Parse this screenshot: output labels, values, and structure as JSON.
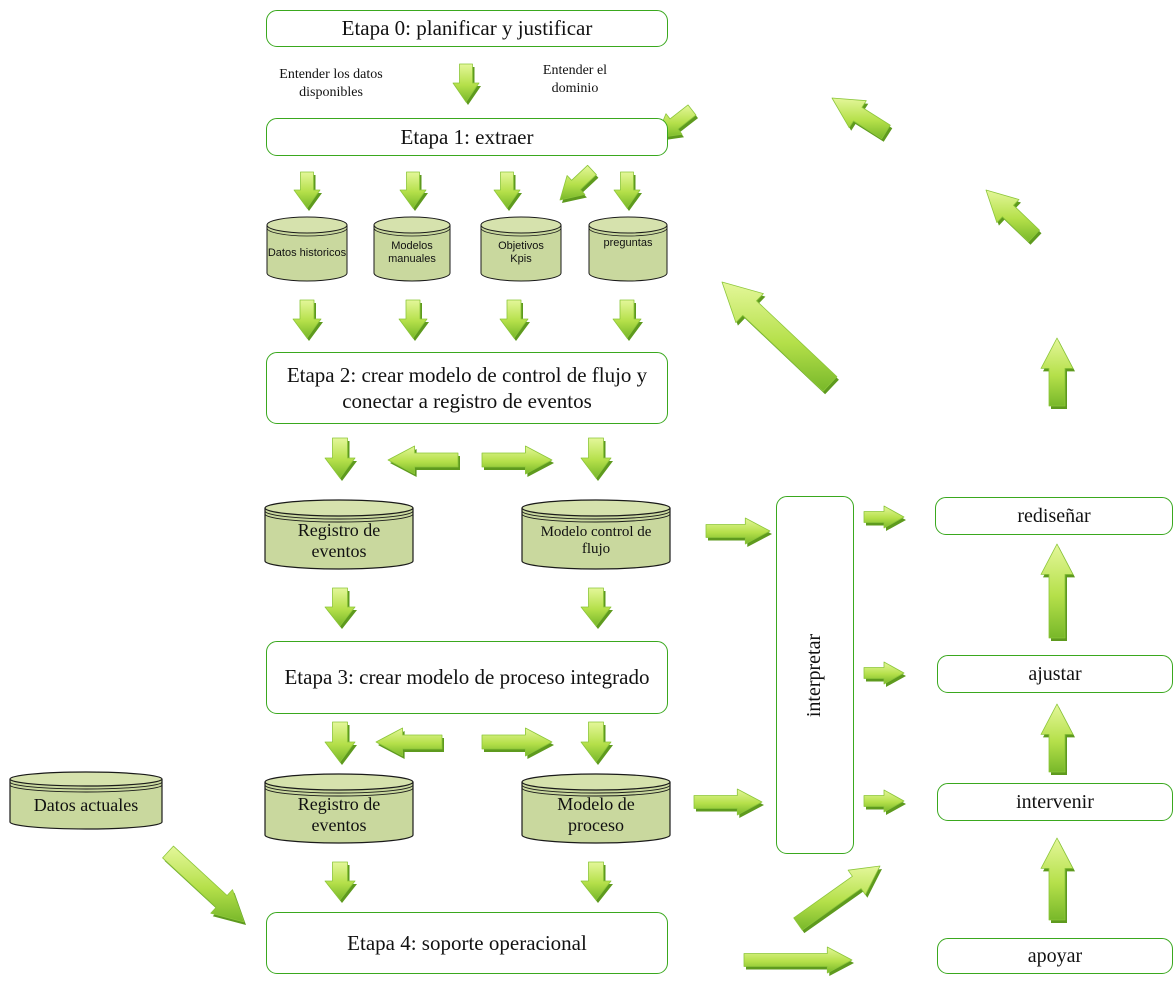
{
  "colors": {
    "border": "#3aa81e",
    "arrow_light": "#d6f07a",
    "arrow_dark": "#72b82a",
    "cylinder_fill": "#c9d89e",
    "cylinder_stroke": "#1a1a1a"
  },
  "stages": {
    "stage0": "Etapa 0: planificar y justificar",
    "stage1": "Etapa 1: extraer",
    "stage2": "Etapa 2: crear modelo de control  de flujo y conectar a registro de eventos",
    "stage3": "Etapa 3: crear modelo de proceso integrado",
    "stage4": "Etapa 4: soporte operacional"
  },
  "notes": {
    "left": "Entender los datos disponibles",
    "right": "Entender el dominio"
  },
  "inputs": {
    "historic": "Datos historicos",
    "manual_models": "Modelos manuales",
    "objectives": "Objetivos Kpis",
    "questions": "preguntas"
  },
  "stage2_outputs": {
    "event_log": "Registro de eventos",
    "flow_model": "Modelo control de flujo"
  },
  "stage3_outputs": {
    "event_log": "Registro de eventos",
    "process_model": "Modelo de proceso"
  },
  "current_data": "Datos actuales",
  "interpret": "interpretar",
  "actions": {
    "redesign": "rediseñar",
    "adjust": "ajustar",
    "intervene": "intervenir",
    "support": "apoyar"
  }
}
